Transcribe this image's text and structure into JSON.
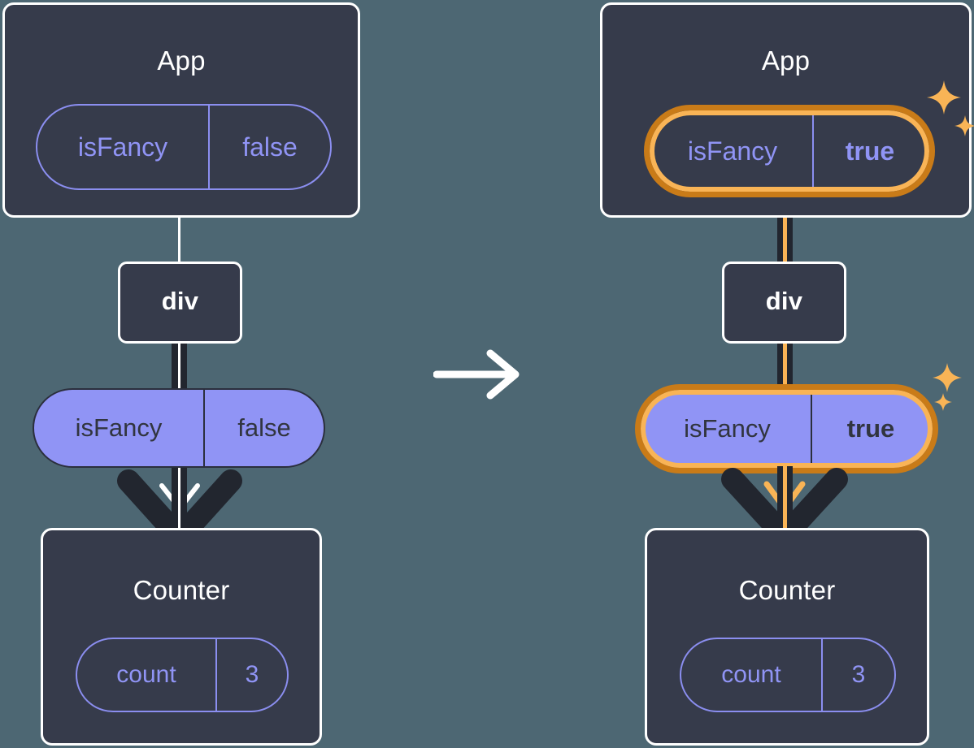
{
  "diagram": {
    "type": "react-state-propagation",
    "background_color": "#4d6773",
    "card_color": "#363b4b",
    "pill_purple": "#9094f5",
    "highlight_outer": "#c97b18",
    "highlight_inner": "#f9b456",
    "transition_arrow": "right-arrow-icon"
  },
  "before": {
    "app": {
      "title": "App",
      "state": {
        "name": "isFancy",
        "value": "false"
      }
    },
    "div": {
      "label": "div"
    },
    "prop": {
      "name": "isFancy",
      "value": "false"
    },
    "counter": {
      "title": "Counter",
      "state": {
        "name": "count",
        "value": "3"
      }
    }
  },
  "after": {
    "app": {
      "title": "App",
      "state": {
        "name": "isFancy",
        "value": "true",
        "highlighted": true
      }
    },
    "div": {
      "label": "div"
    },
    "prop": {
      "name": "isFancy",
      "value": "true",
      "highlighted": true
    },
    "counter": {
      "title": "Counter",
      "state": {
        "name": "count",
        "value": "3"
      }
    },
    "sparkles": [
      "sparkle-icon",
      "sparkle-icon"
    ]
  }
}
